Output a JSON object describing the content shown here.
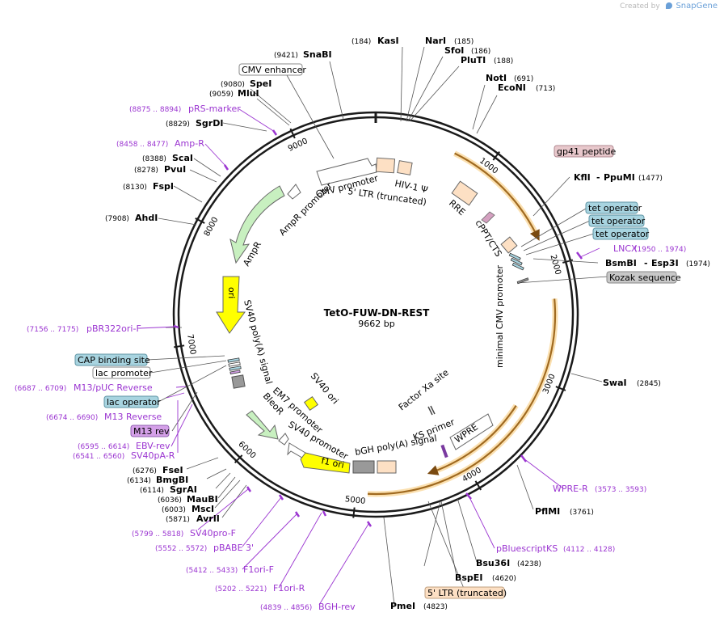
{
  "credit": {
    "prefix": "Created by",
    "brand": "SnapGene"
  },
  "plasmid": {
    "name": "TetO-FUW-DN-REST",
    "size_label": "9662 bp",
    "length": 9662
  },
  "ticks": [
    {
      "pos": 1000,
      "label": "1000"
    },
    {
      "pos": 2000,
      "label": "2000"
    },
    {
      "pos": 3000,
      "label": "3000"
    },
    {
      "pos": 4000,
      "label": "4000"
    },
    {
      "pos": 5000,
      "label": "5000"
    },
    {
      "pos": 6000,
      "label": "6000"
    },
    {
      "pos": 7000,
      "label": "7000"
    },
    {
      "pos": 8000,
      "label": "8000"
    },
    {
      "pos": 9000,
      "label": "9000"
    }
  ],
  "colors": {
    "backbone": "#1a1a1a",
    "enzyme_text": "#000000",
    "primer_text": "#9b35d1",
    "coord_text": "#222222"
  },
  "enzyme_labels": [
    {
      "name": "KasI",
      "coord": "(184)"
    },
    {
      "name": "NarI",
      "coord": "(185)"
    },
    {
      "name": "SfoI",
      "coord": "(186)"
    },
    {
      "name": "PluTI",
      "coord": "(188)"
    },
    {
      "name": "NotI",
      "coord": "(691)"
    },
    {
      "name": "EcoNI",
      "coord": "(713)"
    },
    {
      "name": "KflI",
      "name2": "PpuMI",
      "coord": "(1477)"
    },
    {
      "name": "BsmBI",
      "name2": "Esp3I",
      "coord": "(1974)"
    },
    {
      "name": "SwaI",
      "coord": "(2845)"
    },
    {
      "name": "PflMI",
      "coord": "(3761)"
    },
    {
      "name": "Bsu36I",
      "coord": "(4238)"
    },
    {
      "name": "BspEI",
      "coord": "(4620)"
    },
    {
      "name": "PmeI",
      "coord": "(4823)"
    },
    {
      "name": "AvrII",
      "coord": "(5871)"
    },
    {
      "name": "MscI",
      "coord": "(6003)"
    },
    {
      "name": "MauBI",
      "coord": "(6036)"
    },
    {
      "name": "SgrAI",
      "coord": "(6114)"
    },
    {
      "name": "BmgBI",
      "coord": "(6134)"
    },
    {
      "name": "FseI",
      "coord": "(6276)"
    },
    {
      "name": "AhdI",
      "coord": "(7908)"
    },
    {
      "name": "FspI",
      "coord": "(8130)"
    },
    {
      "name": "PvuI",
      "coord": "(8278)"
    },
    {
      "name": "ScaI",
      "coord": "(8388)"
    },
    {
      "name": "SgrDI",
      "coord": "(8829)"
    },
    {
      "name": "MluI",
      "coord": "(9059)"
    },
    {
      "name": "SpeI",
      "coord": "(9080)"
    },
    {
      "name": "SnaBI",
      "coord": "(9421)"
    }
  ],
  "primer_labels": [
    {
      "name": "LNCX",
      "coord": "(1950 .. 1974)"
    },
    {
      "name": "WPRE-R",
      "coord": "(3573 .. 3593)"
    },
    {
      "name": "pBluescriptKS",
      "coord": "(4112 .. 4128)"
    },
    {
      "name": "BGH-rev",
      "coord": "(4839 .. 4856)"
    },
    {
      "name": "F1ori-R",
      "coord": "(5202 .. 5221)"
    },
    {
      "name": "F1ori-F",
      "coord": "(5412 .. 5433)"
    },
    {
      "name": "pBABE 3'",
      "coord": "(5552 .. 5572)"
    },
    {
      "name": "SV40pro-F",
      "coord": "(5799 .. 5818)"
    },
    {
      "name": "SV40pA-R",
      "coord": "(6541 .. 6560)"
    },
    {
      "name": "EBV-rev",
      "coord": "(6595 .. 6614)"
    },
    {
      "name": "M13 Reverse",
      "coord": "(6674 .. 6690)"
    },
    {
      "name": "M13/pUC Reverse",
      "coord": "(6687 .. 6709)"
    },
    {
      "name": "pBR322ori-F",
      "coord": "(7156 .. 7175)"
    },
    {
      "name": "Amp-R",
      "coord": "(8458 .. 8477)"
    },
    {
      "name": "pRS-marker",
      "coord": "(8875 .. 8894)"
    }
  ],
  "boxed_labels": [
    {
      "text": "CMV enhancer",
      "fill": "#ffffff",
      "stroke": "#888888"
    },
    {
      "text": "gp41 peptide",
      "fill": "#e8c8cc",
      "stroke": "#b08890"
    },
    {
      "text": "tet operator",
      "fill": "#a8d4e0",
      "stroke": "#5f95a5"
    },
    {
      "text": "tet operator",
      "fill": "#a8d4e0",
      "stroke": "#5f95a5"
    },
    {
      "text": "tet operator",
      "fill": "#a8d4e0",
      "stroke": "#5f95a5"
    },
    {
      "text": "Kozak sequence",
      "fill": "#c8c8c8",
      "stroke": "#888888"
    },
    {
      "text": "5' LTR (truncated)",
      "fill": "#fde0c4",
      "stroke": "#c0a080"
    },
    {
      "text": "CAP binding site",
      "fill": "#a8d4e0",
      "stroke": "#5f95a5"
    },
    {
      "text": "lac promoter",
      "fill": "#ffffff",
      "stroke": "#888888"
    },
    {
      "text": "lac operator",
      "fill": "#a8d4e0",
      "stroke": "#5f95a5"
    },
    {
      "text": "M13 rev",
      "fill": "#d4a0e8",
      "stroke": "#9060b0"
    }
  ],
  "inner_labels": [
    "CMV promoter",
    "5' LTR (truncated)",
    "HIV-1 Ψ",
    "RRE",
    "cPPT/CTS",
    "minimal CMV promoter",
    "AmpR promoter",
    "AmpR",
    "ori",
    "SV40 poly(A) signal",
    "SV40 ori",
    "EM7 promoter",
    "BleoR",
    "SV40 promoter",
    "f1 ori",
    "bGH poly(A) signal",
    "KS primer",
    "WPRE",
    "Factor Xa site"
  ],
  "features": {
    "gag_orange": {
      "start": 700,
      "end": 1720,
      "color": "#e8a030",
      "glow": "#fbe0b0"
    },
    "rest_orange": {
      "start": 2280,
      "end": 4900,
      "color": "#e8a030",
      "glow": "#fbe0b0"
    }
  }
}
